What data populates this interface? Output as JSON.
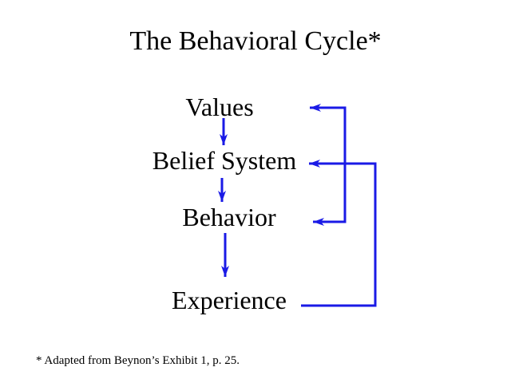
{
  "title": "The Behavioral Cycle*",
  "nodes": [
    {
      "id": "values",
      "label": "Values"
    },
    {
      "id": "belief",
      "label": "Belief System"
    },
    {
      "id": "behavior",
      "label": "Behavior"
    },
    {
      "id": "experience",
      "label": "Experience"
    }
  ],
  "connections": [
    {
      "from": "Values",
      "to": "Belief System",
      "type": "forward"
    },
    {
      "from": "Belief System",
      "to": "Behavior",
      "type": "forward"
    },
    {
      "from": "Behavior",
      "to": "Experience",
      "type": "forward"
    },
    {
      "from": "Experience",
      "to": "Belief System",
      "type": "feedback"
    },
    {
      "from": "Behavior",
      "to": "Values",
      "type": "feedback",
      "bidirectional": true
    }
  ],
  "footnote": "* Adapted from Beynon’s Exhibit 1, p. 25.",
  "colors": {
    "arrow": "#1a1ae6",
    "text": "#000000",
    "background": "#ffffff"
  }
}
